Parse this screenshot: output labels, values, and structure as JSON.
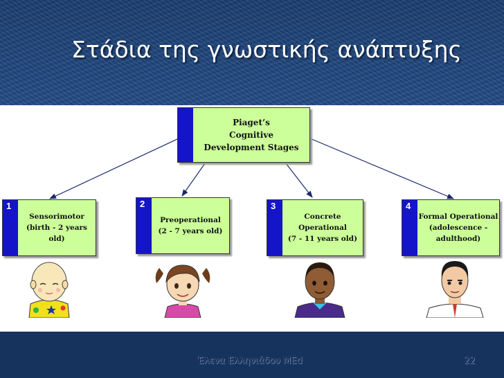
{
  "slide": {
    "title": "Στάδια της γνωστικής ανάπτυξης",
    "footer_author": "Έλενα Ελληνιάδου MEd",
    "footer_page": "22"
  },
  "root": {
    "lines": [
      "Piaget’s",
      "Cognitive",
      "Development Stages"
    ]
  },
  "stages": [
    {
      "number": "1",
      "lines": [
        "Sensorimotor",
        "(birth - 2 years",
        "old)"
      ],
      "figure": "infant-icon"
    },
    {
      "number": "2",
      "lines": [
        "Preoperational",
        "(2 - 7 years old)"
      ],
      "figure": "girl-icon"
    },
    {
      "number": "3",
      "lines": [
        "Concrete",
        "Operational",
        "(7 - 11 years old)"
      ],
      "figure": "boy-icon"
    },
    {
      "number": "4",
      "lines": [
        "Formal Operational",
        "(adolescence -",
        "adulthood)"
      ],
      "figure": "adult-man-icon"
    }
  ],
  "colors": {
    "box_fill": "#ccff99",
    "box_bar": "#1414c8",
    "background": "#2a5592"
  }
}
